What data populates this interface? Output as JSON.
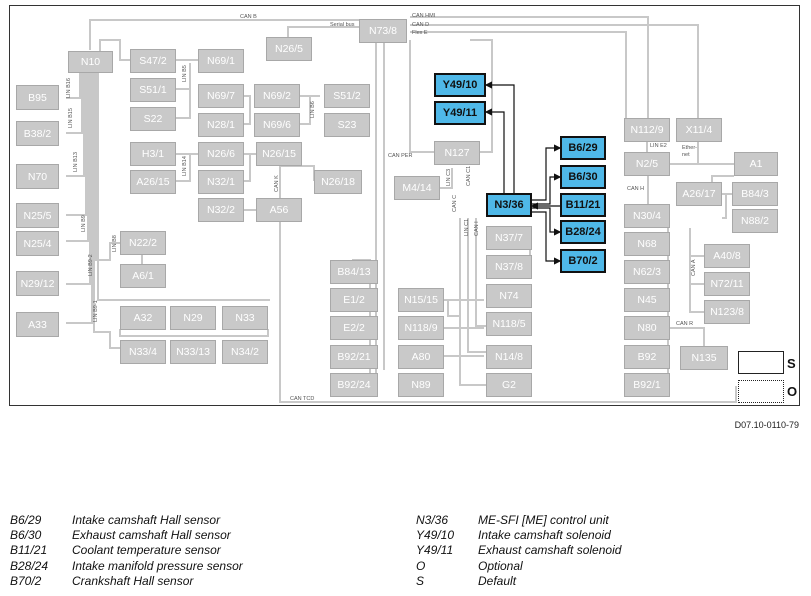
{
  "diagram": {
    "doc_id": "D07.10-0110-79",
    "components": [
      {
        "id": "N10",
        "label": "N10"
      },
      {
        "id": "B95",
        "label": "B95"
      },
      {
        "id": "B38_2",
        "label": "B38/2"
      },
      {
        "id": "N70",
        "label": "N70"
      },
      {
        "id": "N25_5",
        "label": "N25/5"
      },
      {
        "id": "N25_4",
        "label": "N25/4"
      },
      {
        "id": "N29_12",
        "label": "N29/12"
      },
      {
        "id": "A33",
        "label": "A33"
      },
      {
        "id": "S47_2",
        "label": "S47/2"
      },
      {
        "id": "S51_1",
        "label": "S51/1"
      },
      {
        "id": "S22",
        "label": "S22"
      },
      {
        "id": "N69_1",
        "label": "N69/1"
      },
      {
        "id": "N69_7",
        "label": "N69/7"
      },
      {
        "id": "N28_1",
        "label": "N28/1"
      },
      {
        "id": "N69_2",
        "label": "N69/2"
      },
      {
        "id": "N69_6",
        "label": "N69/6"
      },
      {
        "id": "S51_2",
        "label": "S51/2"
      },
      {
        "id": "S23",
        "label": "S23"
      },
      {
        "id": "H3_1",
        "label": "H3/1"
      },
      {
        "id": "A26_15",
        "label": "A26/15"
      },
      {
        "id": "N26_6",
        "label": "N26/6"
      },
      {
        "id": "N32_1",
        "label": "N32/1"
      },
      {
        "id": "N32_2",
        "label": "N32/2"
      },
      {
        "id": "N26_15",
        "label": "N26/15"
      },
      {
        "id": "A56",
        "label": "A56"
      },
      {
        "id": "N26_18",
        "label": "N26/18"
      },
      {
        "id": "N22_2",
        "label": "N22/2"
      },
      {
        "id": "A6_1",
        "label": "A6/1"
      },
      {
        "id": "A32",
        "label": "A32"
      },
      {
        "id": "N29",
        "label": "N29"
      },
      {
        "id": "N33",
        "label": "N33"
      },
      {
        "id": "N33_4",
        "label": "N33/4"
      },
      {
        "id": "N33_13",
        "label": "N33/13"
      },
      {
        "id": "N34_2",
        "label": "N34/2"
      },
      {
        "id": "N26_5",
        "label": "N26/5"
      },
      {
        "id": "N73_8",
        "label": "N73/8"
      },
      {
        "id": "B84_13",
        "label": "B84/13"
      },
      {
        "id": "E1_2",
        "label": "E1/2"
      },
      {
        "id": "E2_2",
        "label": "E2/2"
      },
      {
        "id": "B92_21",
        "label": "B92/21"
      },
      {
        "id": "B92_24",
        "label": "B92/24"
      },
      {
        "id": "N127",
        "label": "N127"
      },
      {
        "id": "M4_14",
        "label": "M4/14"
      },
      {
        "id": "N15_15",
        "label": "N15/15"
      },
      {
        "id": "N118_9",
        "label": "N118/9"
      },
      {
        "id": "A80",
        "label": "A80"
      },
      {
        "id": "N89",
        "label": "N89"
      },
      {
        "id": "N37_7",
        "label": "N37/7"
      },
      {
        "id": "N37_8",
        "label": "N37/8"
      },
      {
        "id": "N74",
        "label": "N74"
      },
      {
        "id": "N118_5",
        "label": "N118/5"
      },
      {
        "id": "N14_8",
        "label": "N14/8"
      },
      {
        "id": "G2",
        "label": "G2"
      },
      {
        "id": "N112_9",
        "label": "N112/9"
      },
      {
        "id": "X11_4",
        "label": "X11/4"
      },
      {
        "id": "N2_5",
        "label": "N2/5"
      },
      {
        "id": "N30_4",
        "label": "N30/4"
      },
      {
        "id": "N68",
        "label": "N68"
      },
      {
        "id": "N62_3",
        "label": "N62/3"
      },
      {
        "id": "N45",
        "label": "N45"
      },
      {
        "id": "N80",
        "label": "N80"
      },
      {
        "id": "B92",
        "label": "B92"
      },
      {
        "id": "B92_1",
        "label": "B92/1"
      },
      {
        "id": "A1",
        "label": "A1"
      },
      {
        "id": "A26_17",
        "label": "A26/17"
      },
      {
        "id": "B84_3",
        "label": "B84/3"
      },
      {
        "id": "N88_2",
        "label": "N88/2"
      },
      {
        "id": "A40_8",
        "label": "A40/8"
      },
      {
        "id": "N72_11",
        "label": "N72/11"
      },
      {
        "id": "N123_8",
        "label": "N123/8"
      },
      {
        "id": "N135",
        "label": "N135"
      },
      {
        "id": "Y49_10",
        "label": "Y49/10"
      },
      {
        "id": "Y49_11",
        "label": "Y49/11"
      },
      {
        "id": "N3_36",
        "label": "N3/36"
      },
      {
        "id": "B6_29",
        "label": "B6/29"
      },
      {
        "id": "B6_30",
        "label": "B6/30"
      },
      {
        "id": "B11_21",
        "label": "B11/21"
      },
      {
        "id": "B28_24",
        "label": "B28/24"
      },
      {
        "id": "B70_2",
        "label": "B70/2"
      }
    ],
    "wire_labels": [
      "CAN B",
      "Serial bus",
      "CAN HMI",
      "CAN D",
      "Flex E",
      "LIN B16",
      "LIN B15",
      "LIN B13",
      "LIN B9",
      "LIN B9-2",
      "LIN B9-1",
      "LIN B8",
      "LIN B5",
      "LIN B6",
      "LIN B14",
      "CAN K",
      "CAN PER",
      "LIN C3",
      "CAN C1",
      "CAN C",
      "LIN C1",
      "CAN I",
      "CAN H",
      "LIN E2",
      "Ether-",
      "net",
      "CAN A",
      "CAN R",
      "CAN TCD"
    ],
    "legend_symbols": {
      "s": "S",
      "o": "O"
    }
  },
  "legend": {
    "left": [
      {
        "code": "B6/29",
        "desc": "Intake camshaft Hall sensor"
      },
      {
        "code": "B6/30",
        "desc": "Exhaust camshaft Hall sensor"
      },
      {
        "code": "B11/21",
        "desc": "Coolant temperature sensor"
      },
      {
        "code": "B28/24",
        "desc": "Intake manifold pressure sensor"
      },
      {
        "code": "B70/2",
        "desc": "Crankshaft Hall sensor"
      }
    ],
    "right": [
      {
        "code": "N3/36",
        "desc": "ME-SFI [ME] control unit"
      },
      {
        "code": "Y49/10",
        "desc": "Intake camshaft solenoid"
      },
      {
        "code": "Y49/11",
        "desc": "Exhaust camshaft solenoid"
      },
      {
        "code": "O",
        "desc": "Optional"
      },
      {
        "code": "S",
        "desc": "Default"
      }
    ]
  },
  "colors": {
    "highlight": "#4fb8e8",
    "component": "#c9c9c9",
    "wire": "#c8c8c8",
    "signal": "#111111"
  }
}
